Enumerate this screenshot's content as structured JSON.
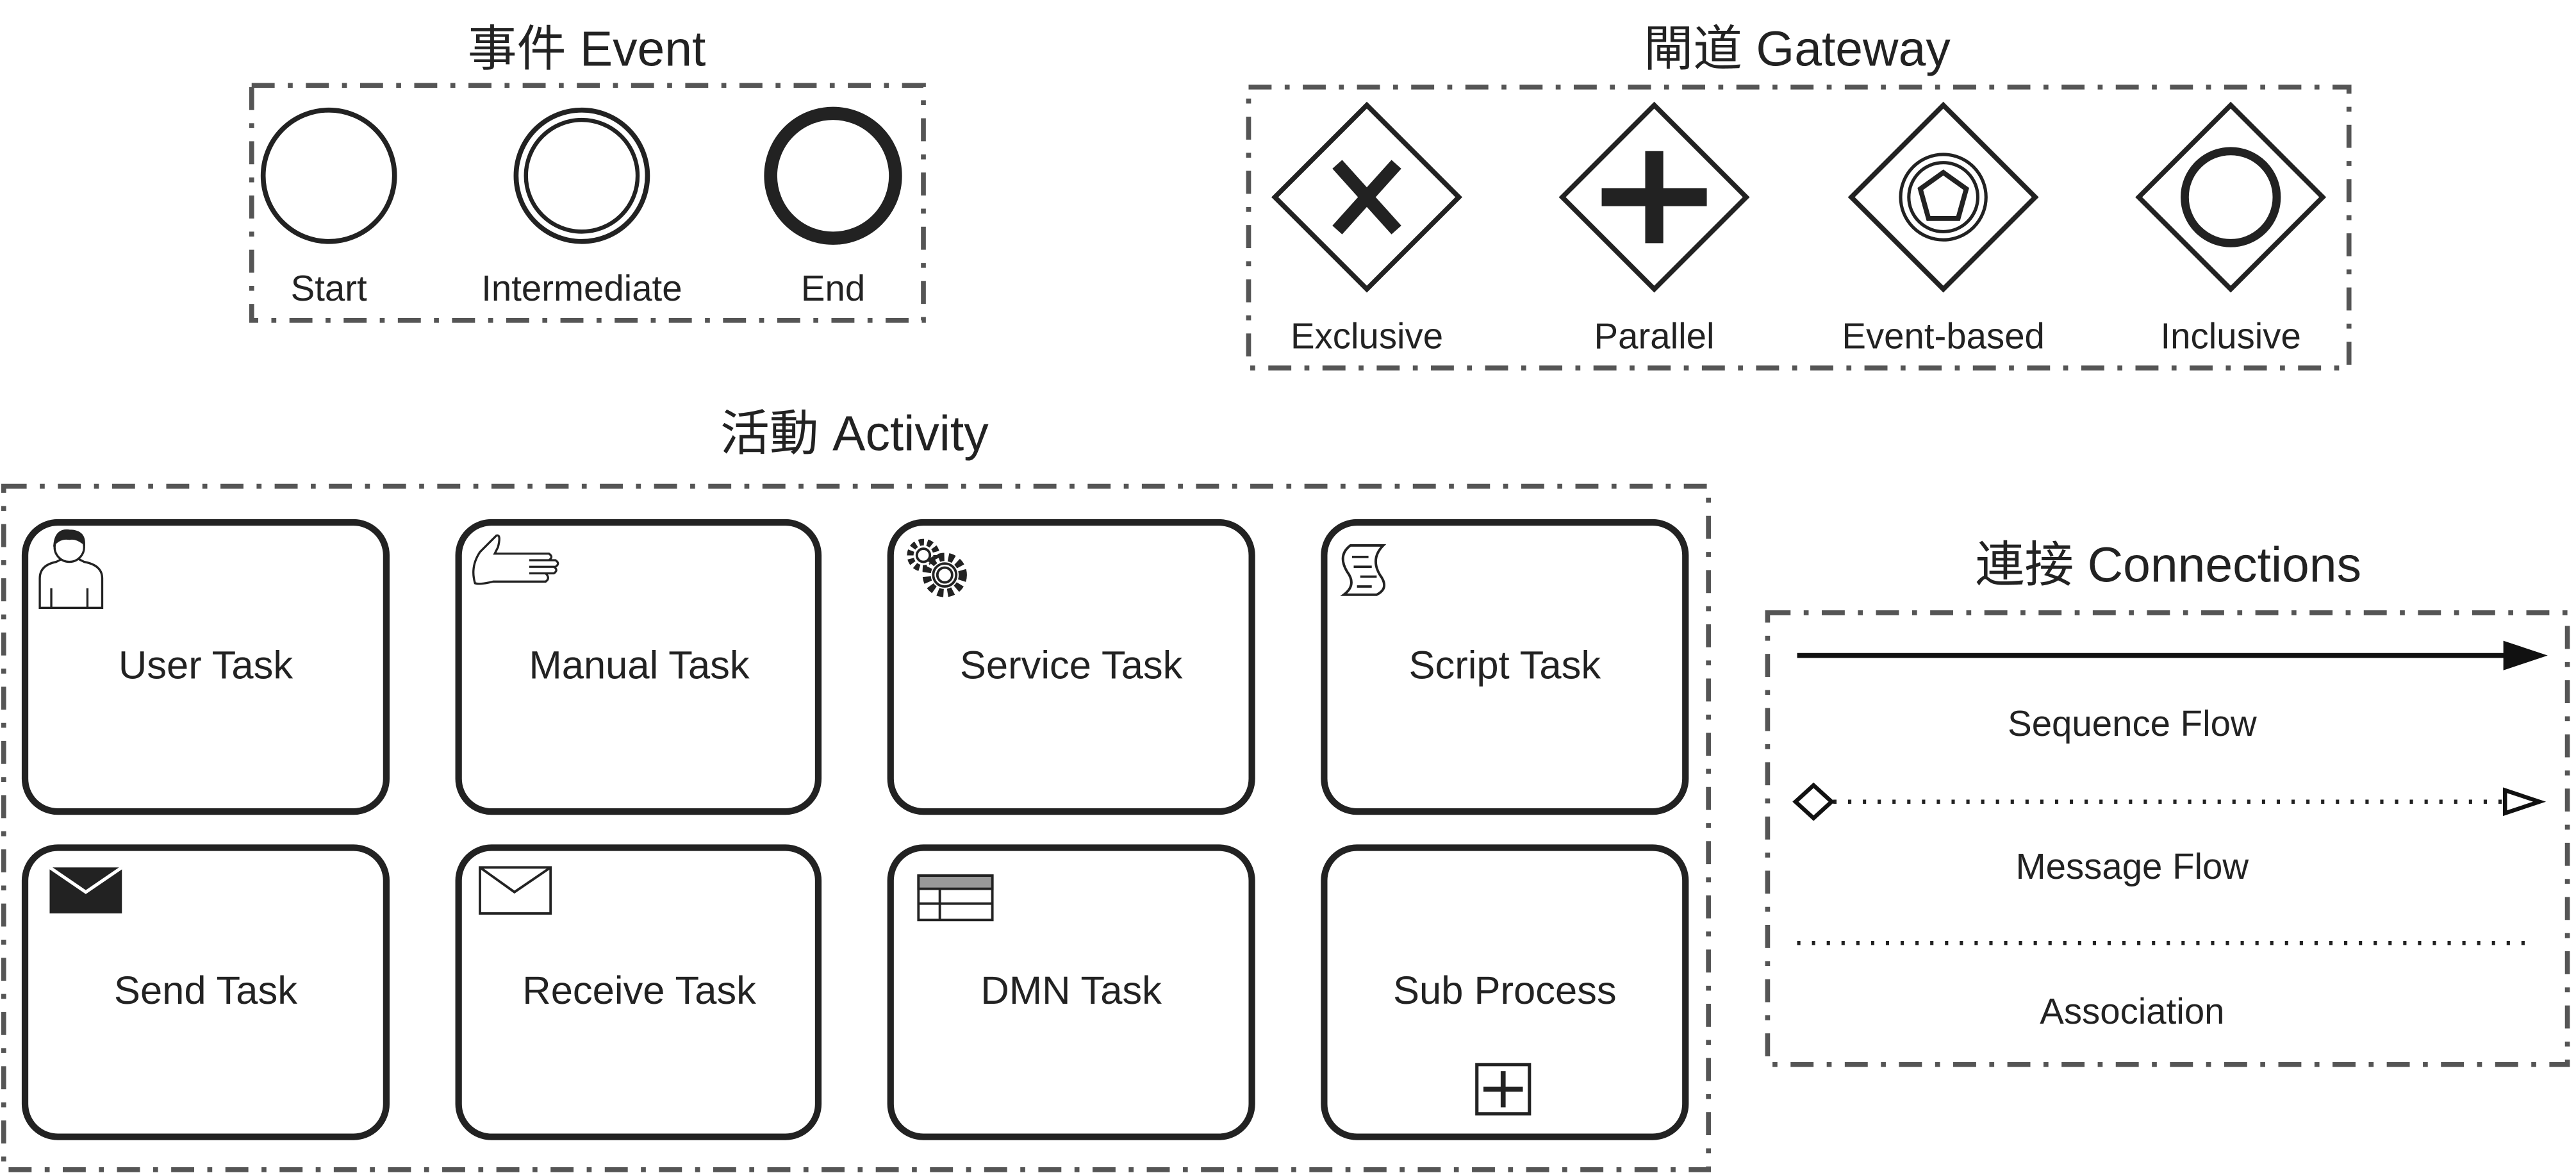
{
  "event": {
    "title": "事件 Event",
    "items": [
      {
        "label": "Start"
      },
      {
        "label": "Intermediate"
      },
      {
        "label": "End"
      }
    ]
  },
  "gateway": {
    "title": "閘道 Gateway",
    "items": [
      {
        "label": "Exclusive"
      },
      {
        "label": "Parallel"
      },
      {
        "label": "Event-based"
      },
      {
        "label": "Inclusive"
      }
    ]
  },
  "activity": {
    "title": "活動 Activity",
    "tasks": [
      {
        "label": "User Task"
      },
      {
        "label": "Manual Task"
      },
      {
        "label": "Service Task"
      },
      {
        "label": "Script Task"
      },
      {
        "label": "Send Task"
      },
      {
        "label": "Receive Task"
      },
      {
        "label": "DMN Task"
      },
      {
        "label": "Sub Process"
      }
    ]
  },
  "connections": {
    "title": "連接 Connections",
    "items": [
      {
        "label": "Sequence Flow"
      },
      {
        "label": "Message Flow"
      },
      {
        "label": "Association"
      }
    ]
  },
  "colors": {
    "stroke": "#222222",
    "group_border": "#555555"
  }
}
